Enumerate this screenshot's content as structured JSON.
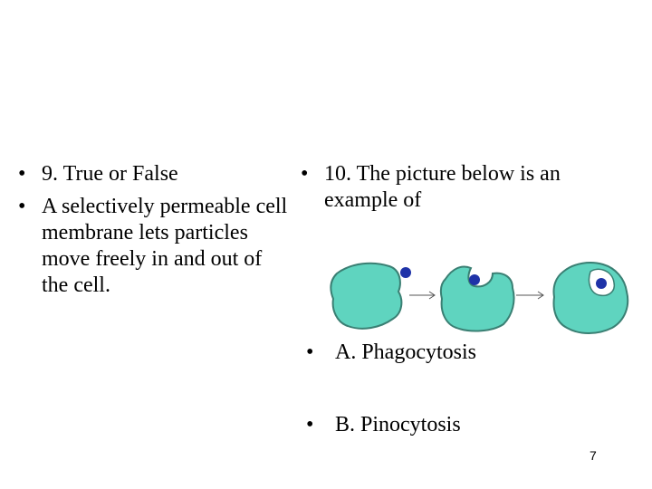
{
  "left_column": {
    "items": [
      "9.  True or False",
      "A selectively permeable cell membrane lets particles move freely in and out of the cell."
    ]
  },
  "right_column": {
    "items": [
      "10.  The picture below is an example of"
    ]
  },
  "answers": [
    "A.  Phagocytosis",
    "B.  Pinocytosis"
  ],
  "bullet_symbol": "•",
  "page_number": "7",
  "colors": {
    "cell_fill": "#5fd4bf",
    "cell_stroke": "#3a7f73",
    "particle": "#1f33a8"
  },
  "figure_icons": [
    "cell-icon",
    "arrow-right-icon",
    "particle-icon"
  ]
}
